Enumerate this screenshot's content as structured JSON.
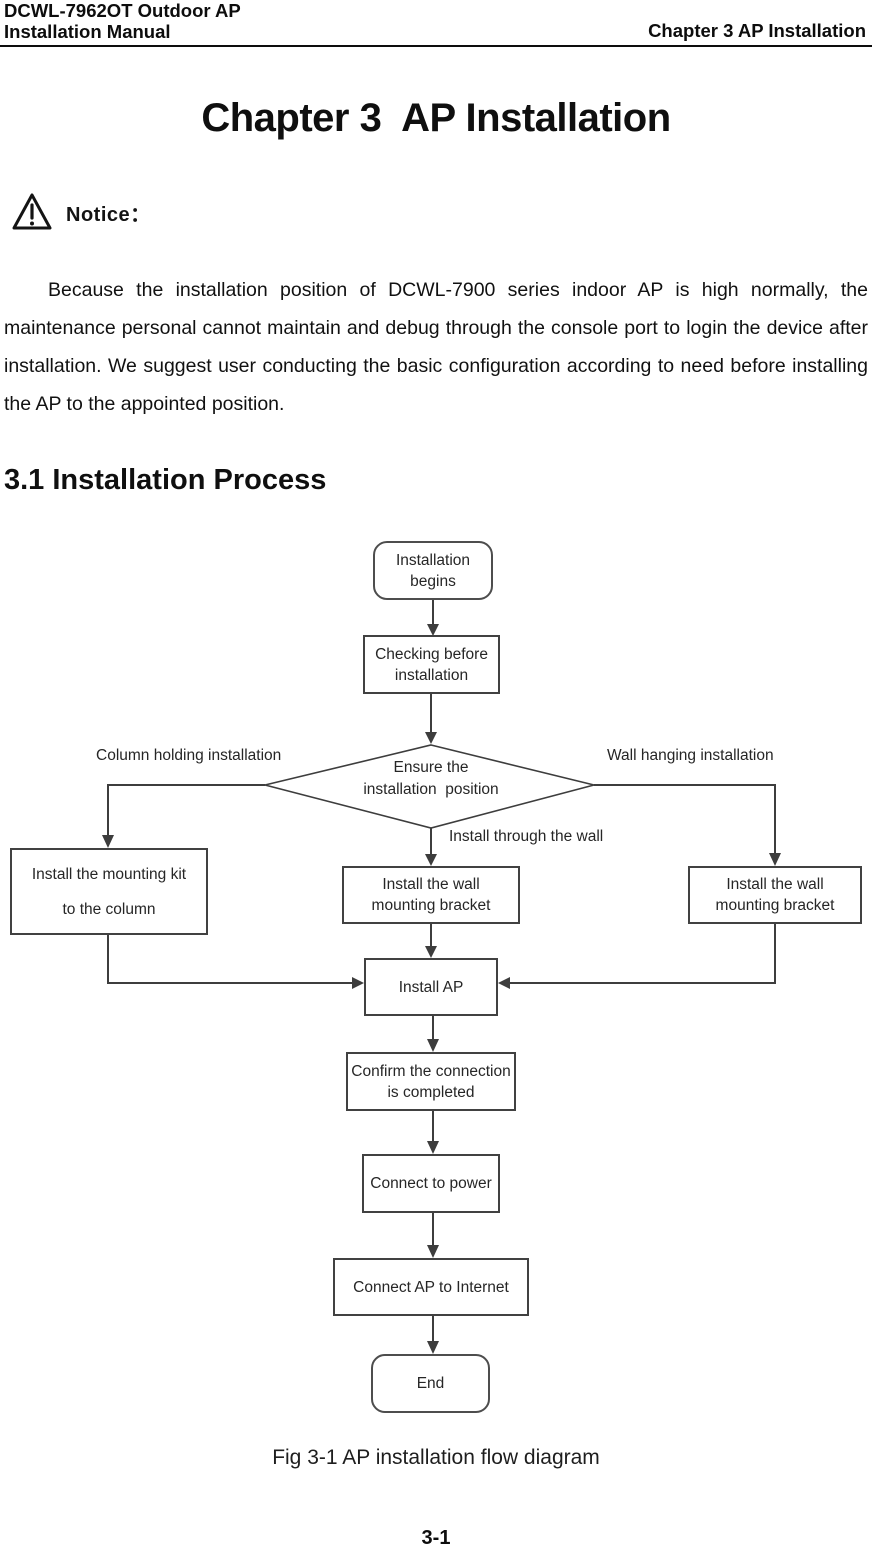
{
  "colors": {
    "ink": "#1c1c1c",
    "flow_line": "#3d3d3d",
    "box_border": "#414141"
  },
  "header": {
    "product": "DCWL-7962OT Outdoor AP",
    "doc": "Installation Manual",
    "chapter": "Chapter 3 AP Installation"
  },
  "title": "Chapter 3  AP Installation",
  "notice": {
    "icon": "warning-triangle-icon",
    "label": "Notice："
  },
  "intro": "Because the installation position of DCWL-7900 series indoor AP is high normally, the maintenance personal cannot maintain and debug through the console port to login the device after installation. We suggest user conducting the basic configuration according to need before installing the AP to the appointed position.",
  "section": {
    "heading": "3.1 Installation Process"
  },
  "flow": {
    "labels": {
      "left_branch": "Column holding installation",
      "right_branch": "Wall hanging installation",
      "bottom_branch": "Install through the wall"
    },
    "nodes": {
      "start": {
        "lines": [
          "Installation",
          "begins"
        ]
      },
      "check": {
        "lines": [
          "Checking before",
          "installation"
        ]
      },
      "decision": {
        "lines": [
          "Ensure the",
          "installation  position"
        ]
      },
      "column_kit": {
        "lines": [
          "Install the mounting kit",
          "to the column"
        ]
      },
      "bracket_mid": {
        "lines": [
          "Install the wall",
          "mounting bracket"
        ]
      },
      "bracket_right": {
        "lines": [
          "Install the wall",
          "mounting bracket"
        ]
      },
      "install_ap": {
        "lines": [
          "Install AP"
        ]
      },
      "confirm": {
        "lines": [
          "Confirm the connection",
          "is completed"
        ]
      },
      "power": {
        "lines": [
          "Connect to power"
        ]
      },
      "internet": {
        "lines": [
          "Connect AP to Internet"
        ]
      },
      "end": {
        "lines": [
          "End"
        ]
      }
    }
  },
  "caption": "Fig 3-1 AP installation flow diagram",
  "page_number": "3-1"
}
